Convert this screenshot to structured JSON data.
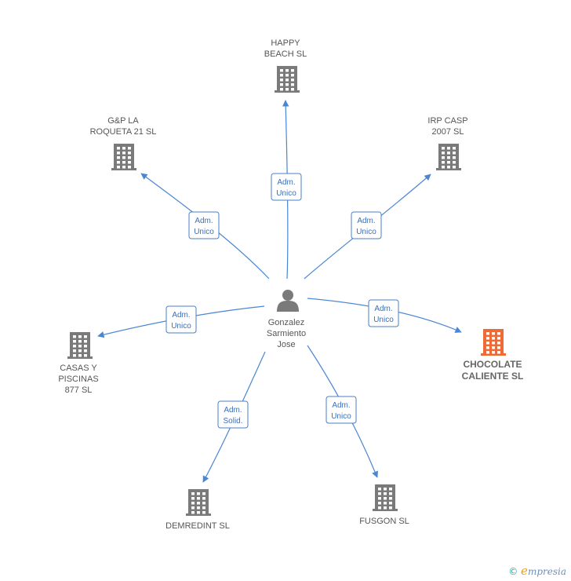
{
  "center": {
    "id": "person",
    "lines": [
      "Gonzalez",
      "Sarmiento",
      "Jose"
    ]
  },
  "nodes": [
    {
      "id": "happy-beach",
      "lines": [
        "HAPPY",
        "BEACH SL"
      ],
      "highlight": false
    },
    {
      "id": "gp-la-roqueta",
      "lines": [
        "G&P LA",
        "ROQUETA 21  SL"
      ],
      "highlight": false
    },
    {
      "id": "irp-casp",
      "lines": [
        "IRP CASP",
        "2007 SL"
      ],
      "highlight": false
    },
    {
      "id": "casas-y-piscinas",
      "lines": [
        "CASAS Y",
        "PISCINAS",
        "877  SL"
      ],
      "highlight": false
    },
    {
      "id": "chocolate-caliente",
      "lines": [
        "CHOCOLATE",
        "CALIENTE  SL"
      ],
      "highlight": true
    },
    {
      "id": "demredint",
      "lines": [
        "DEMREDINT  SL"
      ],
      "highlight": false
    },
    {
      "id": "fusgon",
      "lines": [
        "FUSGON  SL"
      ],
      "highlight": false
    }
  ],
  "edges": [
    {
      "to": "happy-beach",
      "lines": [
        "Adm.",
        "Unico"
      ]
    },
    {
      "to": "gp-la-roqueta",
      "lines": [
        "Adm.",
        "Unico"
      ]
    },
    {
      "to": "irp-casp",
      "lines": [
        "Adm.",
        "Unico"
      ]
    },
    {
      "to": "casas-y-piscinas",
      "lines": [
        "Adm.",
        "Unico"
      ]
    },
    {
      "to": "chocolate-caliente",
      "lines": [
        "Adm.",
        "Unico"
      ]
    },
    {
      "to": "demredint",
      "lines": [
        "Adm.",
        "Solid."
      ]
    },
    {
      "to": "fusgon",
      "lines": [
        "Adm.",
        "Unico"
      ]
    }
  ],
  "colors": {
    "edge": "#4a86d4",
    "building": "#7a7a7a",
    "building_highlight": "#f06a35",
    "person": "#7a7a7a"
  },
  "brand": {
    "copyright": "©",
    "initial": "e",
    "rest": "mpresia"
  }
}
